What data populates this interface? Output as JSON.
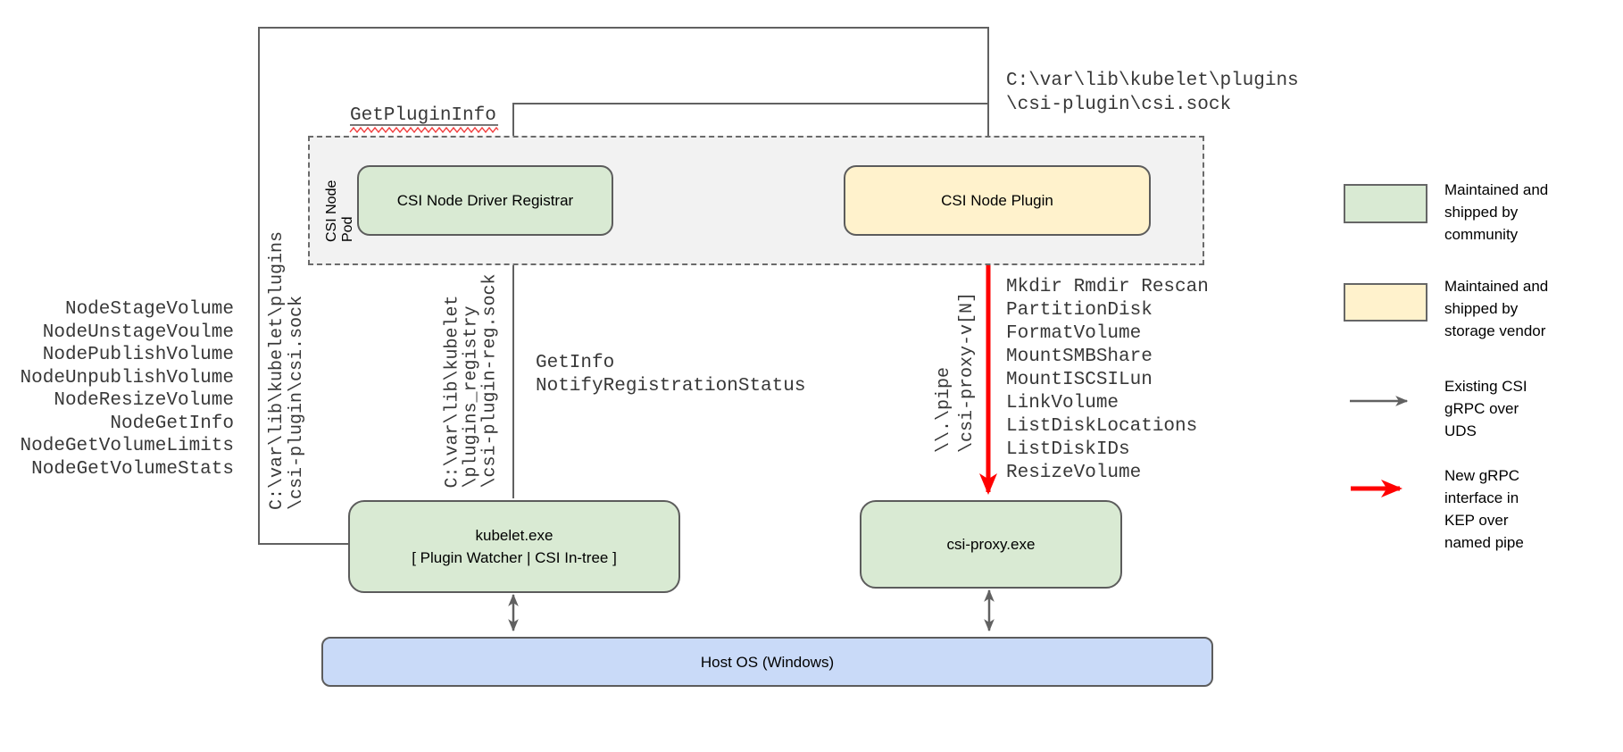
{
  "pod": {
    "label": "CSI Node Pod"
  },
  "nodes": {
    "registrar": {
      "label": "CSI Node Driver Registrar"
    },
    "plugin": {
      "label": "CSI Node Plugin"
    },
    "kubelet": {
      "line1": "kubelet.exe",
      "line2": "[ Plugin Watcher | CSI In-tree ]"
    },
    "csi_proxy": {
      "label": "csi-proxy.exe"
    },
    "host_os": {
      "label": "Host OS (Windows)"
    }
  },
  "edge_labels": {
    "get_plugin_info": "GetPluginInfo",
    "csi_sock_horizontal": "C:\\var\\lib\\kubelet\\plugins\n\\csi-plugin\\csi.sock",
    "csi_sock_vertical": "C:\\var\\lib\\kubelet\\plugins\n\\csi-plugin\\csi.sock",
    "reg_sock_vertical": "C:\\var\\lib\\kubelet\n\\plugins_registry\n\\csi-plugin-reg.sock",
    "registration_calls": "GetInfo\nNotifyRegistrationStatus",
    "named_pipe_vertical": "\\\\.\\pipe\n\\csi-proxy-v[N]"
  },
  "kubelet_csi_calls": [
    "NodeStageVolume",
    "NodeUnstageVoulme",
    "NodePublishVolume",
    "NodeUnpublishVolume",
    "NodeResizeVolume",
    "NodeGetInfo",
    "NodeGetVolumeLimits",
    "NodeGetVolumeStats"
  ],
  "csi_proxy_calls": [
    "Mkdir Rmdir Rescan",
    "PartitionDisk",
    "FormatVolume",
    "MountSMBShare",
    "MountISCSILun",
    "LinkVolume",
    "ListDiskLocations",
    "ListDiskIDs",
    "ResizeVolume"
  ],
  "legend": {
    "community": "Maintained and\nshipped by\ncommunity",
    "vendor": "Maintained and\nshipped by\nstorage vendor",
    "uds": "Existing CSI\ngRPC over\nUDS",
    "pipe": "New gRPC\ninterface in\nKEP over\nnamed pipe"
  },
  "colors": {
    "community_green": "#d9ead3",
    "vendor_yellow": "#fff2cc",
    "host_blue": "#c9daf8",
    "pod_gray": "#f2f2f2",
    "line_gray": "#616161",
    "new_grpc_red": "#ff0000"
  }
}
